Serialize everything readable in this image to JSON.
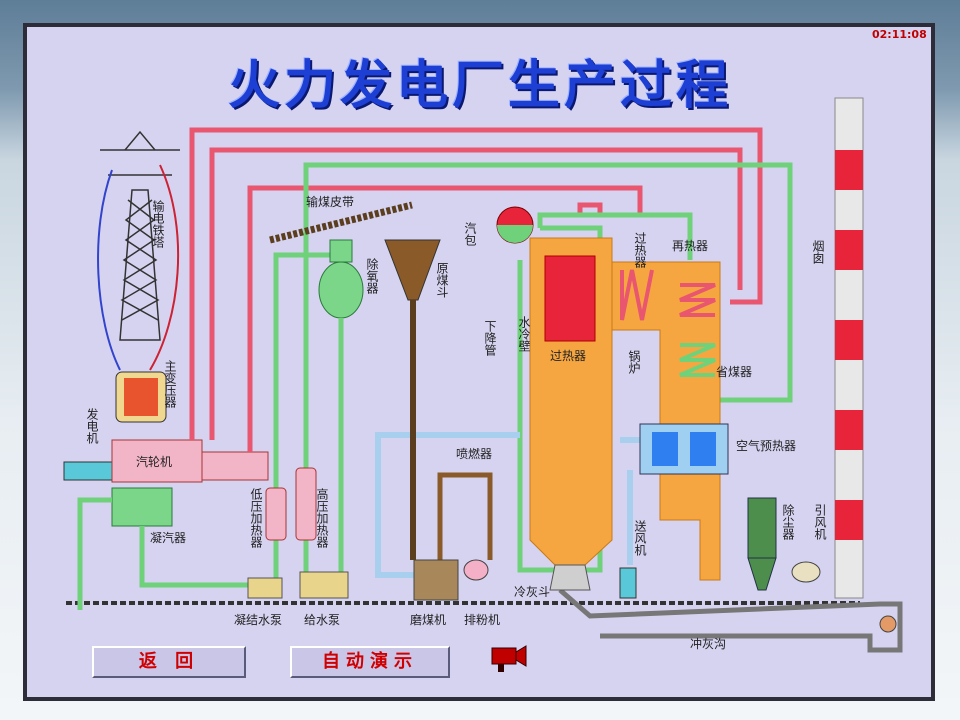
{
  "title": "火力发电厂生产过程",
  "clock": "02:11:08",
  "labels": {
    "tower": "输电铁塔",
    "transformer": "主变压器",
    "generator": "发电机",
    "turbine": "汽轮机",
    "condenser": "凝汽器",
    "lp_heater": "低压加热器",
    "hp_heater": "高压加热器",
    "deaerator": "除氧器",
    "coal_belt": "输煤皮带",
    "coal_hopper": "原煤斗",
    "drum": "汽包",
    "downcomer": "下降管",
    "water_wall": "水冷壁",
    "superheater_a": "过热器",
    "superheater_b": "过热器",
    "reheater": "再热器",
    "boiler": "锅炉",
    "economizer": "省煤器",
    "air_preheater": "空气预热器",
    "burner": "喷燃器",
    "fd_fan": "送风机",
    "dust_collector": "除尘器",
    "id_fan": "引风机",
    "chimney": "烟囱",
    "condensate_pump": "凝结水泵",
    "feed_pump": "给水泵",
    "coal_mill": "磨煤机",
    "exhauster": "排粉机",
    "ash_hopper": "冷灰斗",
    "ash_trench": "冲灰沟"
  },
  "buttons": {
    "back": "返 回",
    "auto_demo": "自动演示"
  },
  "colors": {
    "steam_line": "#e8566f",
    "water_line": "#6fd27a",
    "air_line": "#a9cfee",
    "coal_line": "#7a5a2a",
    "boiler_fill": "#f6a640",
    "title": "#1e3fd4"
  }
}
